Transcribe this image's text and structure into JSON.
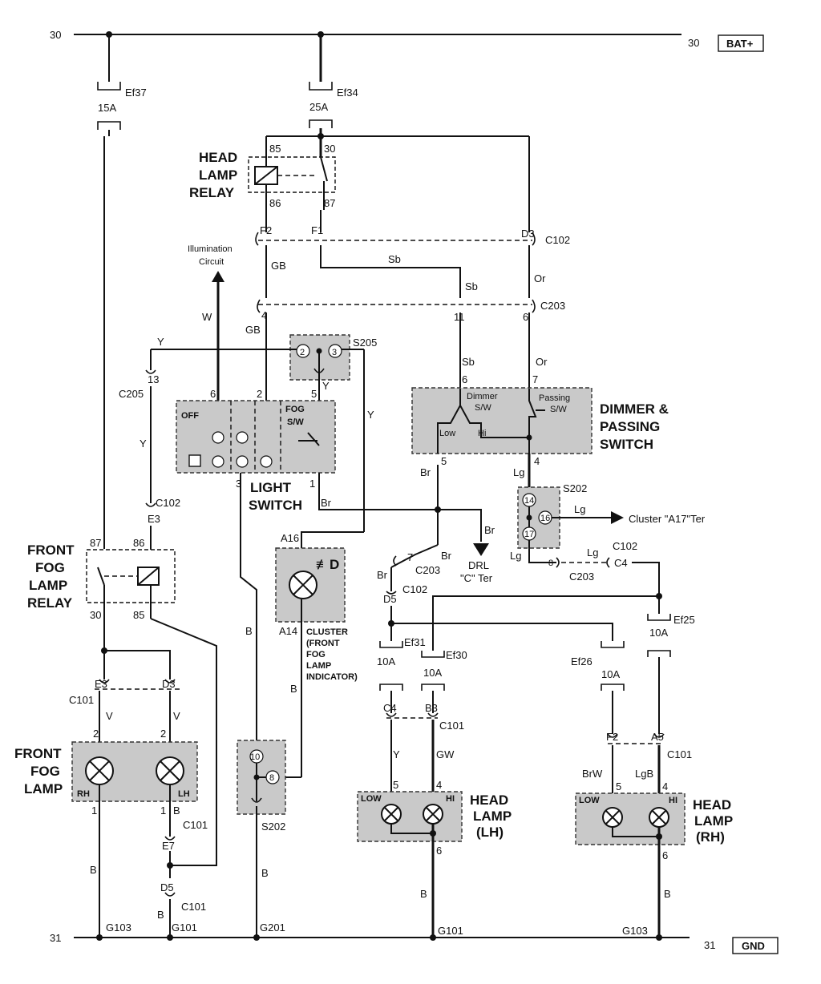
{
  "rails": {
    "top_left": "30",
    "top_right": "30",
    "top_tag": "BAT+",
    "bottom_left": "31",
    "bottom_right": "31",
    "bottom_tag": "GND"
  },
  "fuses": {
    "ef37": "Ef37",
    "ef37_rating": "15A",
    "ef34": "Ef34",
    "ef34_rating": "25A",
    "ef31": "Ef31",
    "ef31_rating": "10A",
    "ef30": "Ef30",
    "ef30_rating": "10A",
    "ef26": "Ef26",
    "ef26_rating": "10A",
    "ef25": "Ef25",
    "ef25_rating": "10A"
  },
  "head_lamp_relay": {
    "title_1": "HEAD",
    "title_2": "LAMP",
    "title_3": "RELAY",
    "pin_85": "85",
    "pin_30": "30",
    "pin_86": "86",
    "pin_87": "87"
  },
  "front_fog_relay": {
    "title_1": "FRONT",
    "title_2": "FOG",
    "title_3": "LAMP",
    "title_4": "RELAY",
    "pin_87": "87",
    "pin_86": "86",
    "pin_30": "30",
    "pin_85": "85"
  },
  "illumination": {
    "line1": "Illumination",
    "line2": "Circuit"
  },
  "light_switch": {
    "title_1": "LIGHT",
    "title_2": "SWITCH",
    "off": "OFF",
    "fog_sw_1": "FOG",
    "fog_sw_2": "S/W",
    "pin_6": "6",
    "pin_2": "2",
    "pin_5": "5",
    "pin_3": "3",
    "pin_1": "1"
  },
  "dimmer_switch": {
    "title_1": "DIMMER &",
    "title_2": "PASSING",
    "title_3": "SWITCH",
    "dimmer_1": "Dimmer",
    "dimmer_2": "S/W",
    "passing_1": "Passing",
    "passing_2": "S/W",
    "low": "Low",
    "hi": "Hi",
    "pin_6": "6",
    "pin_7": "7",
    "pin_5": "5",
    "pin_4": "4"
  },
  "cluster": {
    "pin_a16": "A16",
    "pin_a14": "A14",
    "line1": "CLUSTER",
    "line2": "(FRONT",
    "line3": "FOG",
    "line4": "LAMP",
    "line5": "INDICATOR)"
  },
  "drl": {
    "line1": "DRL",
    "line2": "\"C\" Ter"
  },
  "cluster_a17": "Cluster \"A17\"Ter",
  "splices": {
    "s205": "S205",
    "s205_p2": "2",
    "s205_p3": "3",
    "s202_upper": "S202",
    "s202_p14": "14",
    "s202_p16": "16",
    "s202_p17": "17",
    "s202_lower": "S202",
    "s202_p10": "10",
    "s202_p8": "8"
  },
  "connectors": {
    "c102_top": "C102",
    "f2": "F2",
    "f1": "F1",
    "d3": "D3",
    "c203_top": "C203",
    "c203_p4": "4",
    "c203_p11": "11",
    "c203_p6": "6",
    "c205": "C205",
    "c205_p13": "13",
    "c102_e3": "C102",
    "e3": "E3",
    "c203_p7": "7",
    "c203_mid": "C203",
    "c102_d5": "C102",
    "d5": "D5",
    "c102_c4": "C102",
    "c4_pin8": "8",
    "c203_c4": "C203",
    "c4": "C4",
    "c101_fog": "C101",
    "c101_e3": "E3",
    "c101_d3": "D3",
    "fog_rh_p2": "2",
    "fog_lh_p2": "2",
    "fog_rh_p1": "1",
    "fog_lh_p1": "1",
    "c101_e7_label": "C101",
    "e7": "E7",
    "c101_d5_label": "C101",
    "d5_low": "D5",
    "c101_head_lh": "C101",
    "c4_lh": "C4",
    "b3": "B3",
    "c101_head_rh": "C101",
    "f2_rh": "F2",
    "a5": "A5",
    "lh_p5": "5",
    "lh_p4": "4",
    "lh_p6": "6",
    "rh_p5": "5",
    "rh_p4": "4",
    "rh_p6": "6"
  },
  "wire_colors": {
    "gb1": "GB",
    "gb2": "GB",
    "sb1": "Sb",
    "sb2": "Sb",
    "sb3": "Sb",
    "or1": "Or",
    "or2": "Or",
    "w": "W",
    "y1": "Y",
    "y2": "Y",
    "y3": "Y",
    "y4": "Y",
    "br1": "Br",
    "br2": "Br",
    "br3": "Br",
    "br4": "Br",
    "br5": "Br",
    "lg1": "Lg",
    "lg2": "Lg",
    "lg3": "Lg",
    "lg4": "Lg",
    "b1": "B",
    "b2": "B",
    "b3": "B",
    "b4": "B",
    "b5": "B",
    "b6": "B",
    "b7": "B",
    "b8": "B",
    "v1": "V",
    "v2": "V",
    "y_lh": "Y",
    "gw": "GW",
    "brw": "BrW",
    "lgb": "LgB"
  },
  "fog_lamp": {
    "title_1": "FRONT",
    "title_2": "FOG",
    "title_3": "LAMP",
    "rh": "RH",
    "lh": "LH"
  },
  "head_lamp_lh": {
    "title_1": "HEAD",
    "title_2": "LAMP",
    "title_3": "(LH)",
    "low": "LOW",
    "hi": "HI"
  },
  "head_lamp_rh": {
    "title_1": "HEAD",
    "title_2": "LAMP",
    "title_3": "(RH)",
    "low": "LOW",
    "hi": "HI"
  },
  "grounds": {
    "g103_left": "G103",
    "g101_left": "G101",
    "g201": "G201",
    "g101_right": "G101",
    "g103_right": "G103"
  }
}
